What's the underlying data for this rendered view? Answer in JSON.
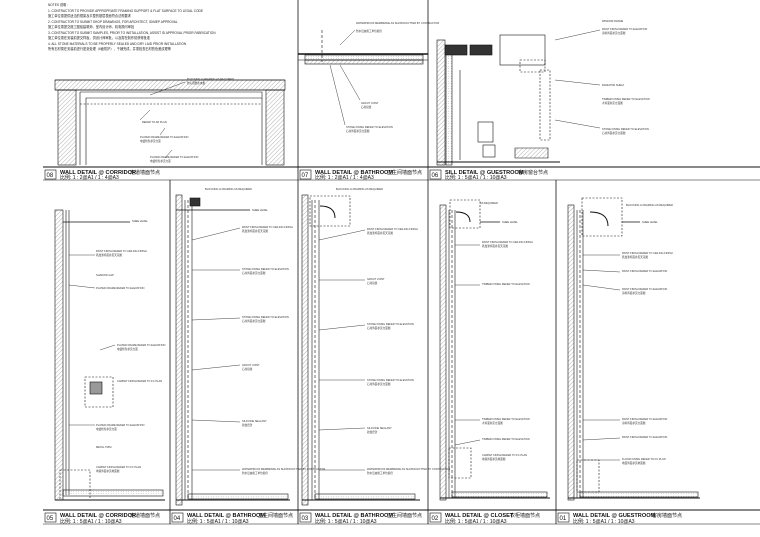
{
  "notes": {
    "lines": [
      "NOTES 说明 :",
      "1. CONTRACTOR TO PROVIDE APPROPRIATE FRAMING SUPPORT & FLAT SURFACE TO LEGAL CODE",
      "施工单位需提供适当的框架及平整的基层表面符合法规要求",
      "2. CONTRACTOR TO SUBMIT SHOP DRAWINGS, FOR ARCHITECT, ID/MEP APPROVAL",
      "施工单位需提交施工图给建筑师、室内设计师、机电顾问审批",
      "3. CONTRACTOR TO SUBMIT SAMPLES, PRIOR TO INSTALLATION, ASSIST ID APPROVAL PRIOR FABRICATION",
      "施工单位需在安装前提交样板，供设计师审批，以及需在制作前获得批准",
      "4. ALL STONE MATERIALS TO BE PROPERLY SEALED AND DRY LAID PRIOR INSTALLATION",
      "所有石材需在安装前进行密封处理（6面防护），干铺完成，并需检查石材的色差纹理等"
    ]
  },
  "details": [
    {
      "number": "08",
      "title": "WALL DETAIL @ CORRIDOR",
      "title_cn": "走道墙面节点",
      "scale": "比例: 1 : 2@A1 / 1 : 4@A3"
    },
    {
      "number": "07",
      "title": "WALL DETAIL @ BATHROOM",
      "title_cn": "卫生间墙面节点",
      "scale": "比例: 1 : 2@A1 / 1 : 4@A3"
    },
    {
      "number": "06",
      "title": "SILL DETAIL @ GUESTROOM",
      "title_cn": "客房窗台节点",
      "scale": "比例: 1 : 5@A1 / 1 : 10@A3"
    },
    {
      "number": "05",
      "title": "WALL DETAIL @ CORRIDOR",
      "title_cn": "走道墙面节点",
      "scale": "比例: 1 : 5@A1 / 1 : 10@A3"
    },
    {
      "number": "04",
      "title": "WALL DETAIL @ BATHROOM",
      "title_cn": "卫生间墙面节点",
      "scale": "比例: 1 : 5@A1 / 1 : 10@A3"
    },
    {
      "number": "03",
      "title": "WALL DETAIL @ BATHROOM",
      "title_cn": "卫生间墙面节点",
      "scale": "比例: 1 : 5@A1 / 1 : 10@A3"
    },
    {
      "number": "02",
      "title": "WALL DETAIL @ CLOSET",
      "title_cn": "衣柜墙面节点",
      "scale": "比例: 1 : 5@A1 / 1 : 10@A3"
    },
    {
      "number": "01",
      "title": "WALL DETAIL @ GUESTROOM",
      "title_cn": "客房墙面节点",
      "scale": "比例: 1 : 5@A1 / 1 : 10@A3"
    }
  ],
  "callouts": {
    "blocking": "BLOCKING & FRAMING AS REQUIRED",
    "blocking_cn": "防火阻燃木夹板",
    "mirror_plan": "REFER TO AR PLAN",
    "plated_frame": "PLATED FRAME REFER TO ELEVATION",
    "plated_frame_cn": "电镀框架参见立面",
    "paint_finish": "PAINT FINISH REFER TO ELEVATION",
    "paint_finish_cn": "涂料饰面参见立面图",
    "waterproof": "WATERPROOF MEMBRANE AS SHOWN DOTTED BY CONTRACTOR",
    "waterproof_cn": "防水层由施工单位提供",
    "grout_joint": "GROUT JOINT",
    "grout_joint_cn": "石材接缝",
    "stone_finish": "STONE FINISH REFER TO ELEVATION",
    "stone_finish_cn": "石材饰面参见立面图",
    "shadow_gap": "SHADOW GAP",
    "ceiling": "SHEE LEVEL",
    "paint_ceiling": "PAINT FINISH REFER TO CEILING FINISH",
    "paint_ceiling_cn": "乳胶漆饰面参见天花图",
    "silicone": "SILICONE SEALANT",
    "silicone_cn": "硅胶密封",
    "carpet": "CARPET FINISH REFER TO FC PLAN",
    "carpet_cn": "地毯饰面参见地面图",
    "metal_trim": "METAL TRIM",
    "timber_finish": "TIMBER FINISH REFER TO ELEVATION",
    "timber_finish_cn": "木饰面参见立面图",
    "floor_finish": "FLOOR FINISH REFER TO FC PLAN",
    "floor_finish_cn": "地面饰面参见地面图",
    "window_frame": "WINDOW FRAME",
    "radiator": "RADIATOR SHELF",
    "as_required": "AS REQUIRED"
  }
}
